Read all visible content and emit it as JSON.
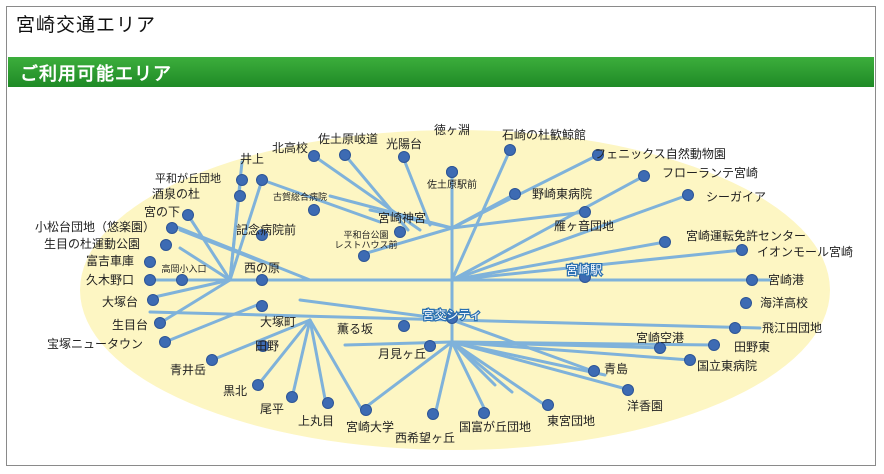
{
  "page": {
    "title": "宮崎交通エリア"
  },
  "banner": {
    "label": "ご利用可能エリア"
  },
  "colors": {
    "banner": "#239a2b",
    "area_fill": "#fdf6c3",
    "route_line": "#7fb2da",
    "stop_dot": "#3d6bb3",
    "label_highlight": "#2a6fb0"
  },
  "stops": [
    "徳ヶ淵",
    "光陽台",
    "佐土原岐道",
    "北高校",
    "井上",
    "平和が丘団地",
    "石崎の杜歓鯨館",
    "佐土原駅前",
    "フェニックス自然動物園",
    "フローランテ宮崎",
    "野崎東病院",
    "シーガイア",
    "雁ヶ音団地",
    "宮崎神宮",
    "古賀総合病院",
    "酒泉の杜",
    "宮の下",
    "記念病院前",
    "平和台公園 レストハウス前",
    "小松台団地（悠楽園）",
    "生目の杜運動公園",
    "宮崎運転免許センター",
    "イオンモール宮崎",
    "宮崎駅",
    "富吉車庫",
    "高岡小入口",
    "西の原",
    "久木野口",
    "宮崎港",
    "大塚台",
    "海洋高校",
    "大塚町",
    "宮交シティ",
    "生目台",
    "薫る坂",
    "飛江田団地",
    "宮崎空港",
    "宝塚ニュータウン",
    "田野",
    "月見ヶ丘",
    "田野東",
    "国立東病院",
    "青井岳",
    "青島",
    "黒北",
    "洋香園",
    "尾平",
    "上丸目",
    "宮崎大学",
    "西希望ヶ丘",
    "国富が丘団地",
    "東宮団地"
  ]
}
